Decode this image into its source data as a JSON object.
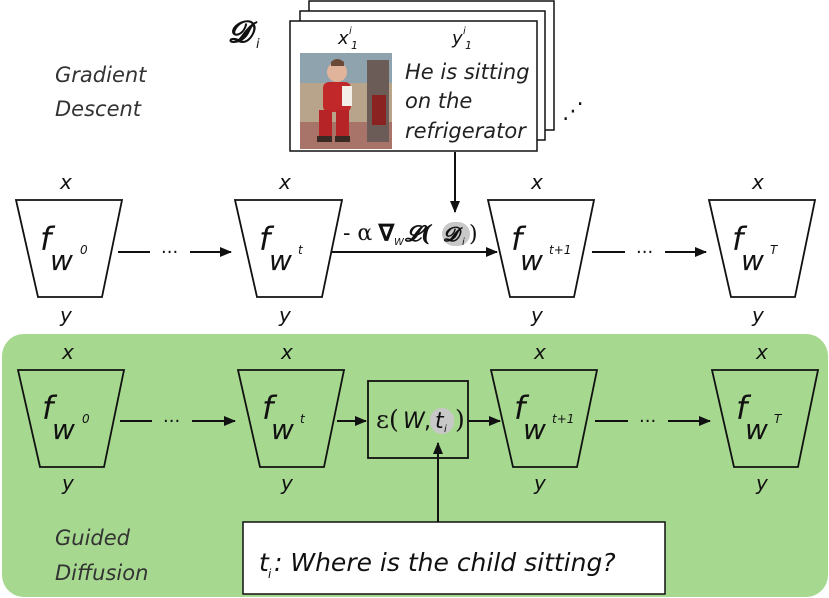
{
  "top_section": {
    "caption_line1": "Gradient",
    "caption_line2": "Descent",
    "dataset_symbol": "𝓓",
    "dataset_subscript": "i",
    "card": {
      "x_label": "x",
      "x_sup": "i",
      "x_sub": "1",
      "y_label": "y",
      "y_sup": "i",
      "y_sub": "1",
      "text_line1": "He is sitting",
      "text_line2": "on the",
      "text_line3": "refrigerator",
      "more_dots": "⋰"
    },
    "update_label": {
      "minus_alpha": "- α",
      "nabla": "∇",
      "nabla_sub": "W",
      "loss": "𝓛(",
      "dataset": "𝓓",
      "dataset_sub": "i",
      "close": ")"
    }
  },
  "bottom_section": {
    "caption_line1": "Guided",
    "caption_line2": "Diffusion",
    "epsilon_box": {
      "epsilon": "ε(",
      "w": "W",
      "comma": ",",
      "t": "t",
      "t_sub": "i",
      "close": ")"
    },
    "prompt": {
      "t": "t",
      "t_sub": "i",
      "text": ": Where is the child sitting?"
    }
  },
  "networks": {
    "f": "f",
    "w": "w",
    "input_label": "x",
    "output_label": "y",
    "sup_0": "0",
    "sup_t": "t",
    "sup_t1": "t+1",
    "sup_T": "T"
  },
  "ellipsis": "···",
  "colors": {
    "green_panel": "#a6d890",
    "stroke": "#111111",
    "highlight": "#c8c8c8"
  }
}
